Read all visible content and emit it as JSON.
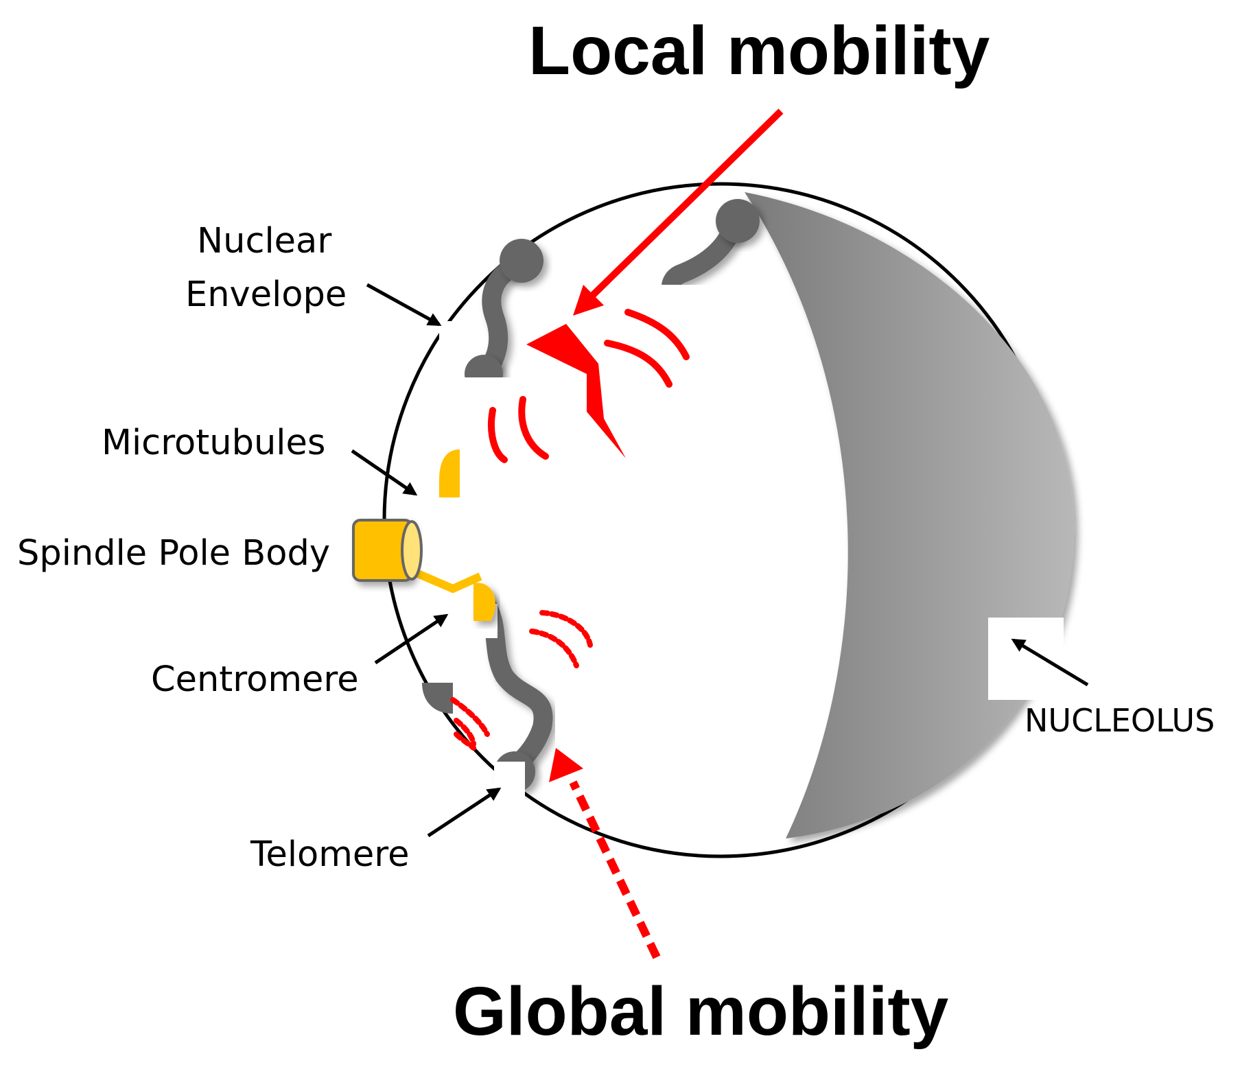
{
  "labels": {
    "local_mobility": "Local mobility",
    "global_mobility": "Global mobility",
    "nuclear": "Nuclear",
    "envelope": "Envelope",
    "microtubules": "Microtubules",
    "spindle_pole_body": "Spindle Pole Body",
    "centromere": "Centromere",
    "telomere": "Telomere",
    "nucleolus": "NUCLEOLUS"
  },
  "colors": {
    "mobility_arrow": "#ff0000",
    "chromosome": "#666666",
    "spindle": "#ffc000",
    "nucleolus_dark": "#7a7a7a",
    "nucleolus_light": "#b5b5b5",
    "envelope": "#000000"
  }
}
